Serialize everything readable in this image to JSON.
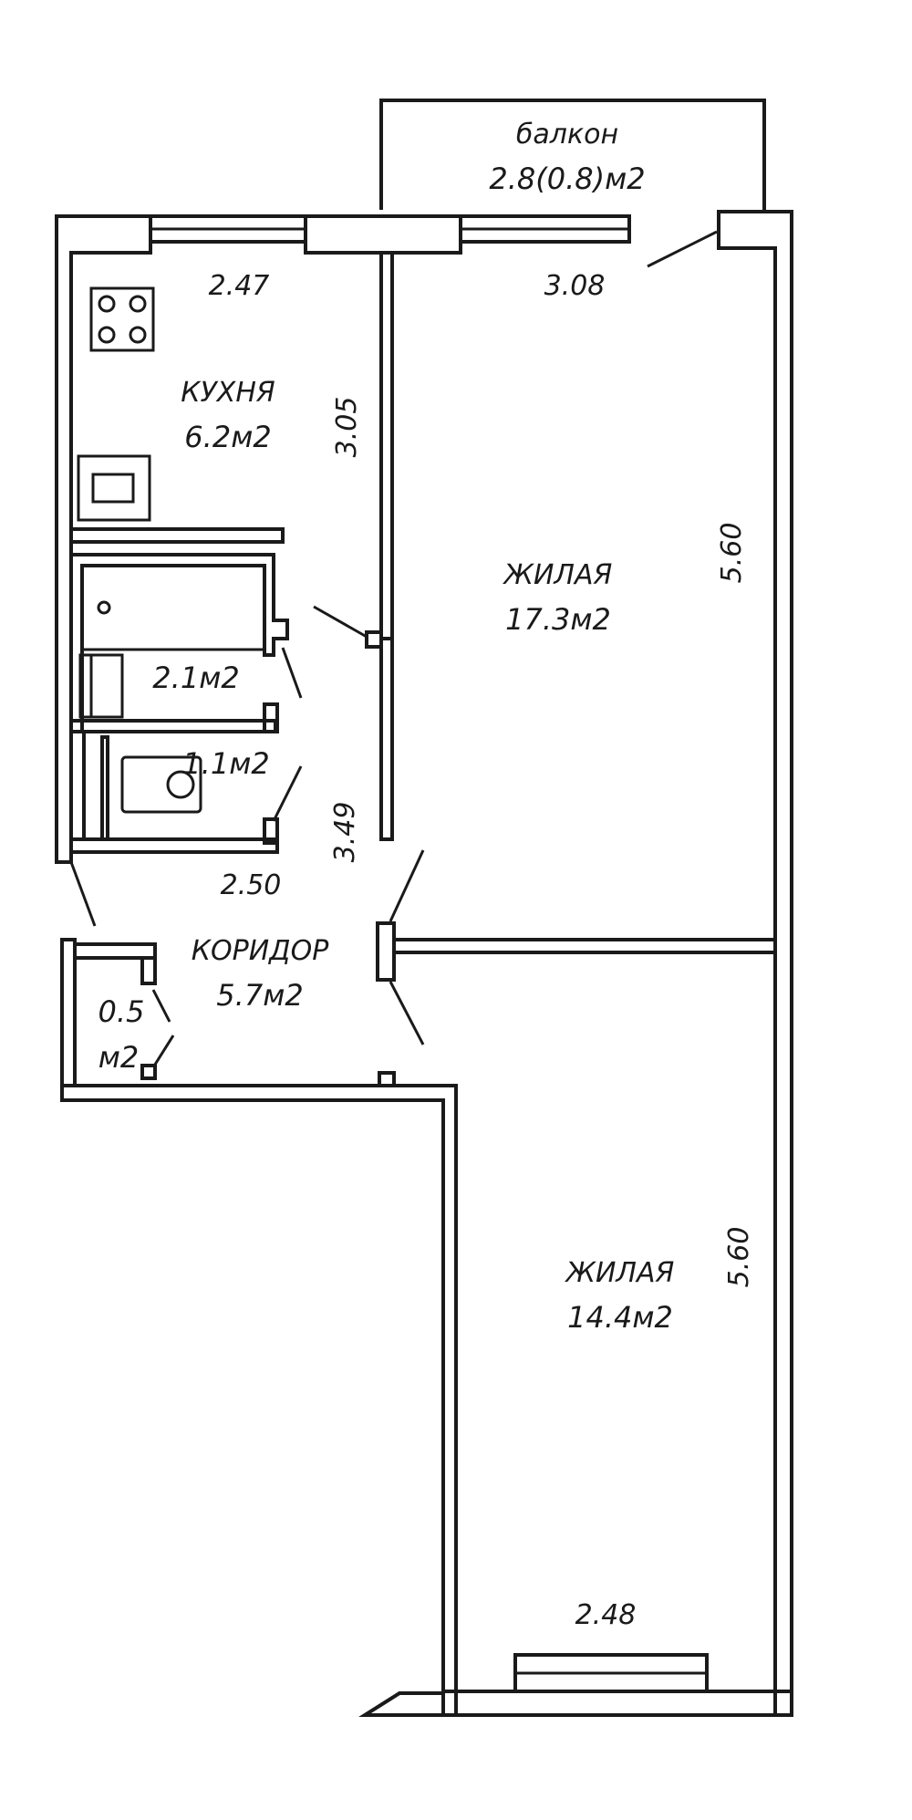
{
  "rooms": {
    "balcony": {
      "name": "балкон",
      "area": "2.8(0.8)м2"
    },
    "kitchen": {
      "name": "КУХНЯ",
      "area": "6.2м2"
    },
    "living_large": {
      "name": "ЖИЛАЯ",
      "area": "17.3м2"
    },
    "bathroom": {
      "area": "2.1м2"
    },
    "toilet": {
      "area": "1.1м2"
    },
    "corridor": {
      "name": "КОРИДОР",
      "area": "5.7м2"
    },
    "closet": {
      "area_value": "0.5",
      "area_unit": "м2"
    },
    "living_small": {
      "name": "ЖИЛАЯ",
      "area": "14.4м2"
    }
  },
  "dimensions": {
    "kitchen_width": "2.47",
    "kitchen_height": "3.05",
    "living_large_width": "3.08",
    "living_large_height": "5.60",
    "corridor_width": "2.50",
    "corridor_length": "3.49",
    "living_small_height": "5.60",
    "living_small_width": "2.48"
  },
  "colors": {
    "line": "#1a1a1a",
    "background": "#ffffff"
  }
}
